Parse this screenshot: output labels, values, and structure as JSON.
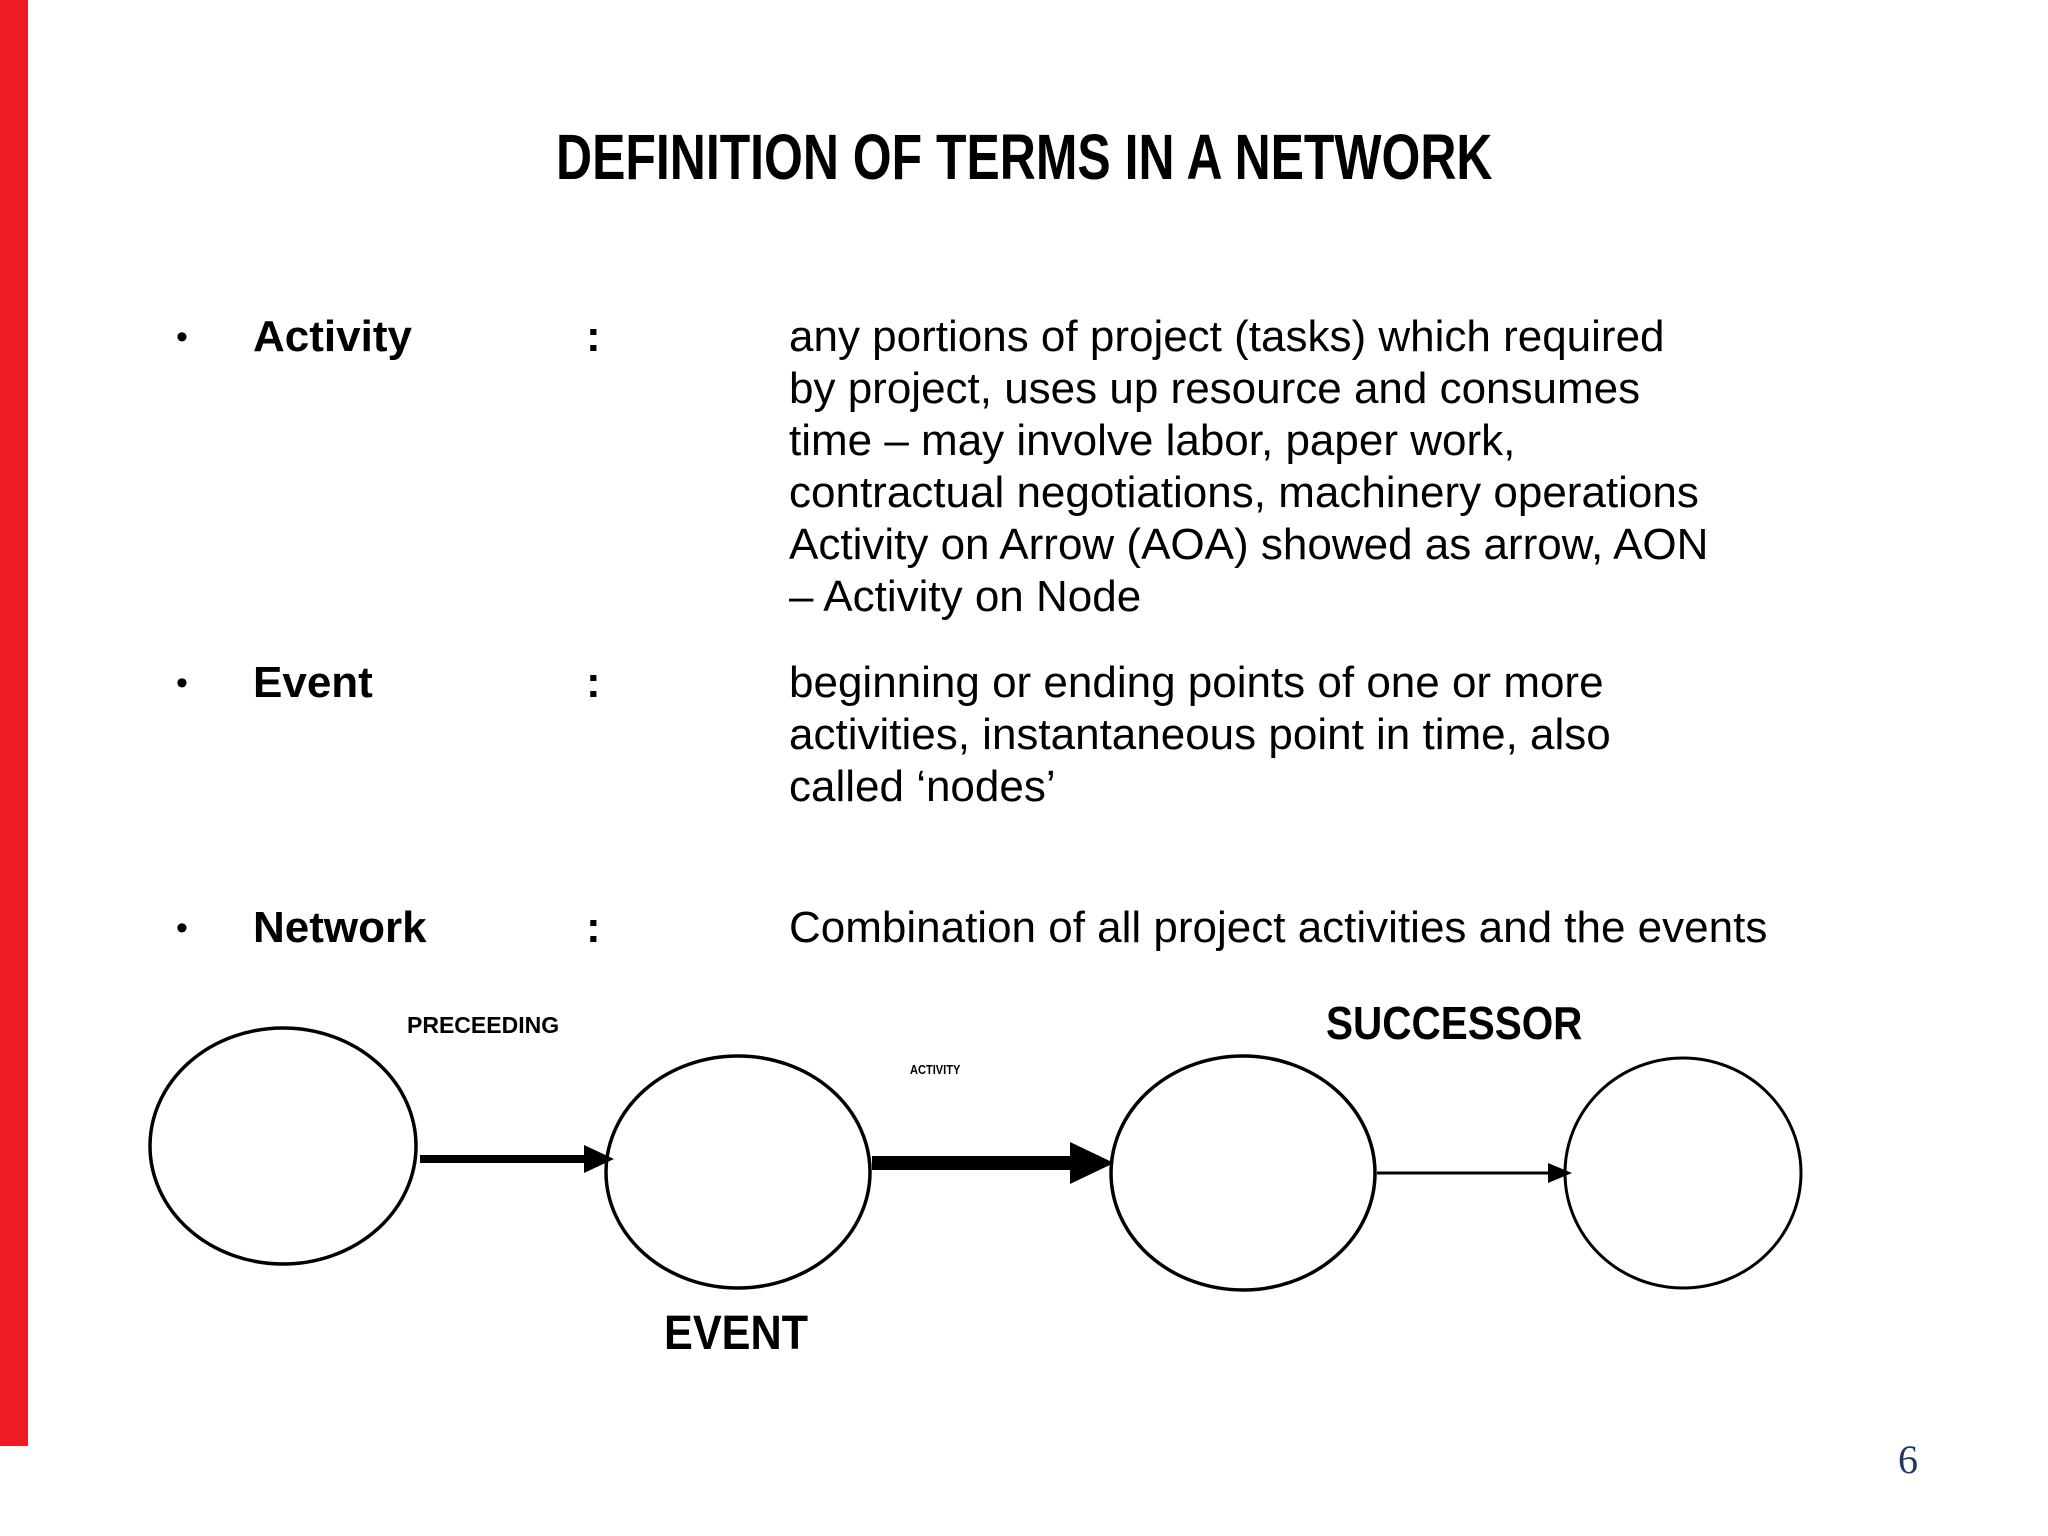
{
  "slide": {
    "title": "DEFINITION OF TERMS IN A NETWORK",
    "bullet_char": "•",
    "separator": ":",
    "page_number": "6",
    "accent_bar_color": "#ED1C24",
    "page_number_color": "#1F3864",
    "text_color": "#000000"
  },
  "terms": [
    {
      "label": "Activity",
      "definition": "any portions of project (tasks) which required\nby project, uses up resource and consumes\ntime – may involve labor, paper work,\ncontractual negotiations, machinery operations\nActivity on Arrow (AOA) showed as arrow, AON\n– Activity on Node"
    },
    {
      "label": "Event",
      "definition": "beginning or ending points of one or more\nactivities, instantaneous point in time, also\ncalled ‘nodes’"
    },
    {
      "label": "Network",
      "definition": "Combination of all project activities and the events"
    }
  ],
  "diagram": {
    "labels": {
      "preceding": "PRECEEDING",
      "activity": "ACTIVITY",
      "successor": "SUCCESSOR",
      "event": "EVENT"
    },
    "node_count": 4
  }
}
